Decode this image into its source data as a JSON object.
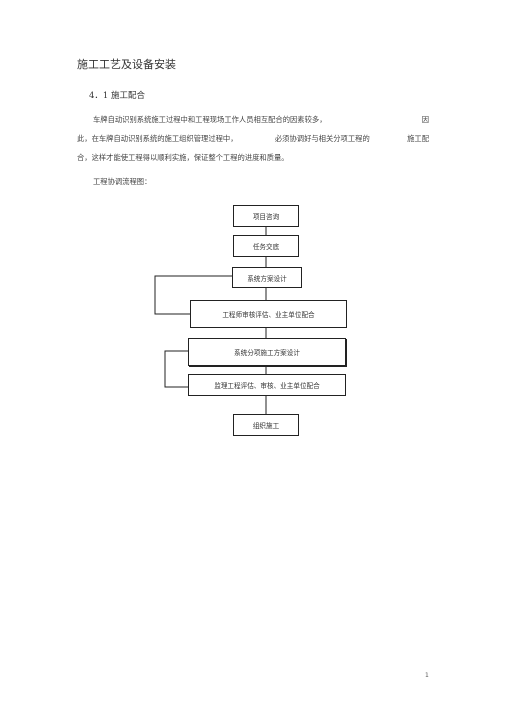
{
  "document": {
    "title": "施工工艺及设备安装",
    "section_heading": "4．1 施工配合",
    "paragraph_lines": [
      [
        "车牌自动识别系统施工过程中和工程现场工作人员相互配合的因素较多，",
        "因"
      ],
      [
        "此，在车牌自动识别系统的施工组织管理过程中，",
        "必须协调好与相关分项工程的",
        "施工配"
      ],
      [
        "合，这样才能使工程得以顺利实施，保证整个工程的进度和质量。"
      ]
    ],
    "flowchart_label": "工程协调流程图：",
    "page_number": "1"
  },
  "flowchart": {
    "steps": [
      "项目咨询",
      "任务交底",
      "系统方案设计",
      "工程师审核评估、业主单位配合",
      "系统分项施工方案设计",
      "监理工程评估、审核、业主单位配合",
      "组织施工"
    ]
  }
}
